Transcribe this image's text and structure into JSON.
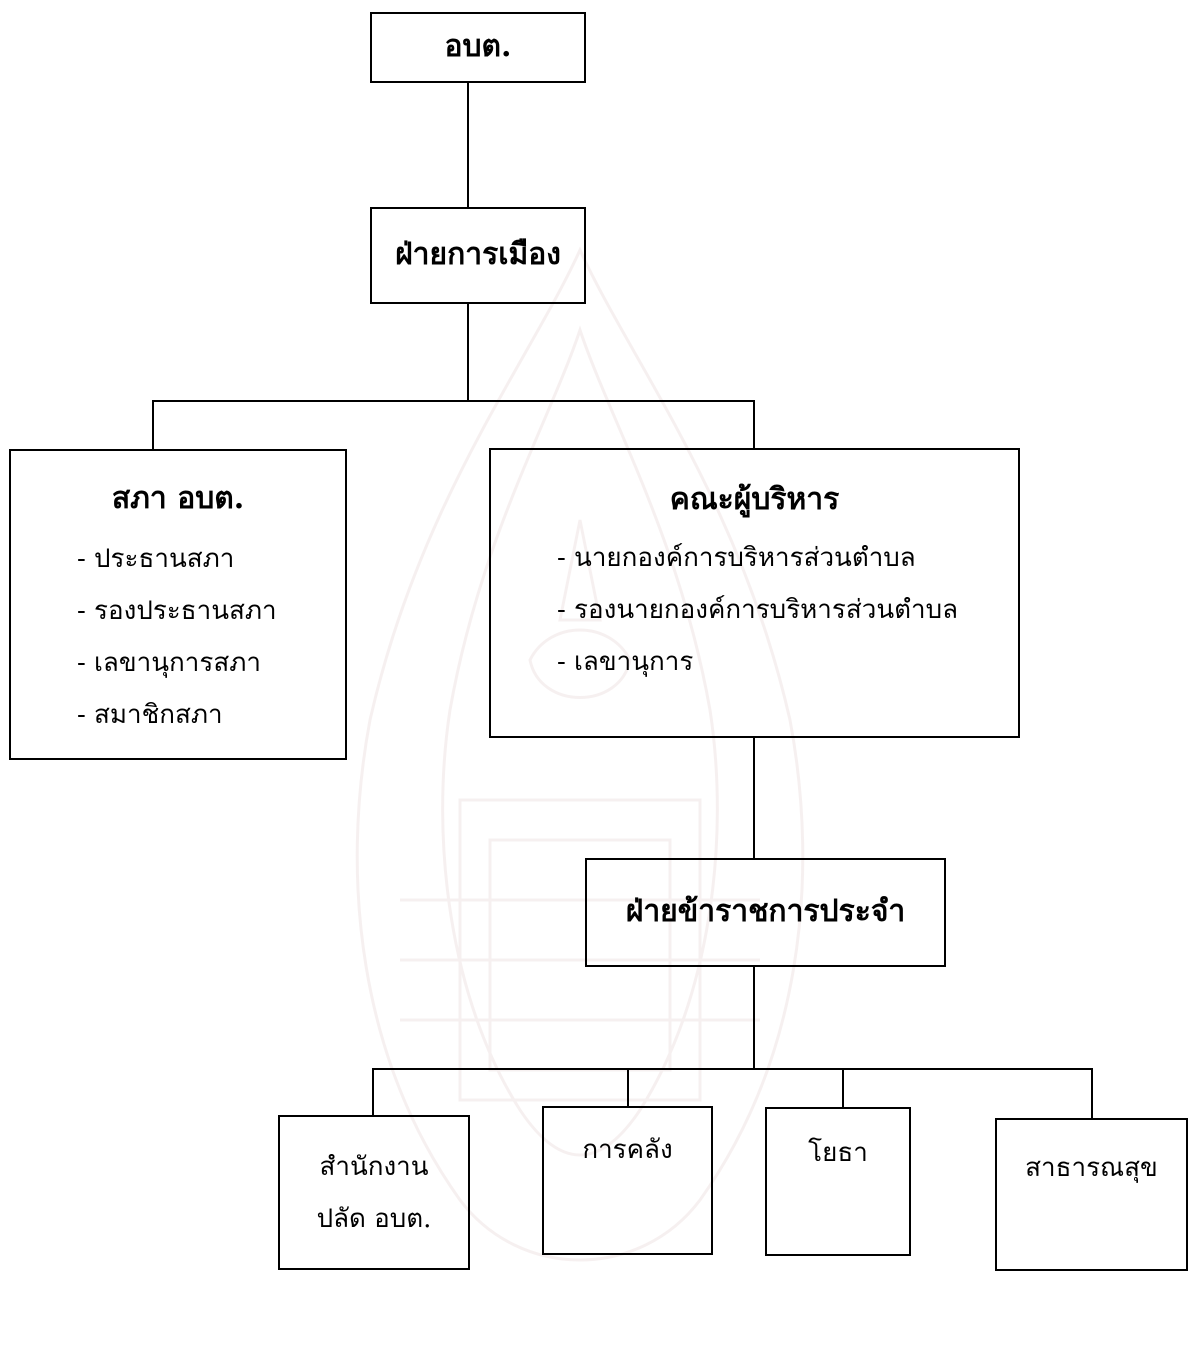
{
  "chart": {
    "root": {
      "label": "อบต."
    },
    "political": {
      "label": "ฝ่ายการเมือง"
    },
    "council": {
      "title": "สภา อบต.",
      "members": [
        "- ประธานสภา",
        "- รองประธานสภา",
        "- เลขานุการสภา",
        "- สมาชิกสภา"
      ]
    },
    "executive": {
      "title": "คณะผู้บริหาร",
      "members": [
        "- นายกองค์การบริหารส่วนตำบล",
        "- รองนายกองค์การบริหารส่วนตำบล",
        "- เลขานุการ"
      ]
    },
    "civil_service": {
      "label": "ฝ่ายข้าราชการประจำ"
    },
    "departments": [
      {
        "lines": [
          "สำนักงาน",
          "ปลัด อบต."
        ]
      },
      {
        "lines": [
          "การคลัง"
        ]
      },
      {
        "lines": [
          "โยธา"
        ]
      },
      {
        "lines": [
          "สาธารณสุข"
        ]
      }
    ]
  },
  "colors": {
    "line": "#000000",
    "watermark": "#b98a8a"
  }
}
